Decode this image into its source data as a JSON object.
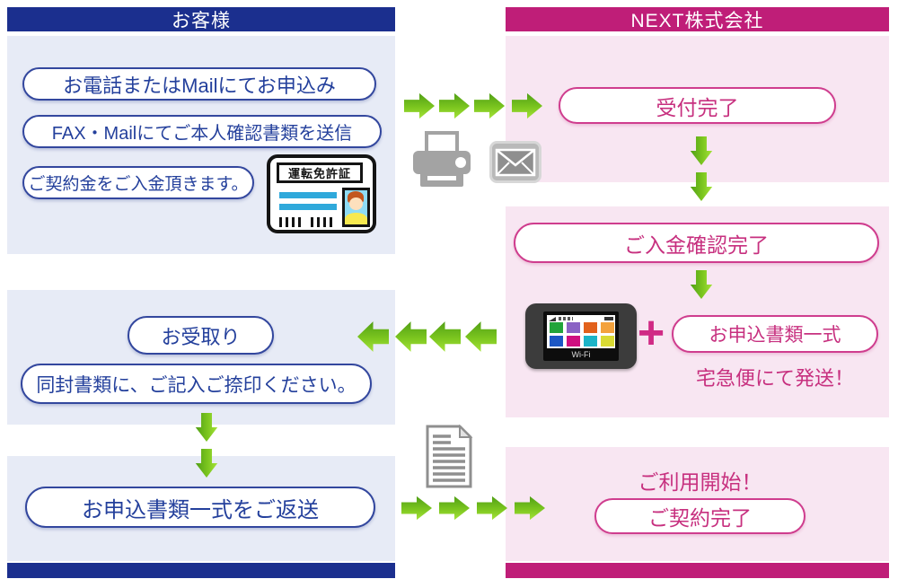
{
  "customer": {
    "header": "お客様",
    "step_apply": "お電話またはMailにてお申込み",
    "step_fax": "FAX・Mailにてご本人確認書類を送信",
    "step_payment": "ご契約金をご入金頂きます。",
    "license_title": "運転免許証",
    "step_receive": "お受取り",
    "step_sign": "同封書類に、ご記入ご捺印ください。",
    "step_return": "お申込書類一式をご返送"
  },
  "company": {
    "header": "NEXT株式会社",
    "step_reception": "受付完了",
    "step_payment_confirmed": "ご入金確認完了",
    "plus": "+",
    "step_documents": "お申込書類一式",
    "shipping_note": "宅急便にて発送！",
    "device_label": "Wi-Fi",
    "start_note": "ご利用開始！",
    "step_contract": "ご契約完了"
  },
  "icons": {
    "printer": "printer-icon",
    "mail": "mail-envelope-icon",
    "license": "drivers-license-icon",
    "router": "wifi-router-icon",
    "document": "document-icon",
    "flow_arrow": "flow-arrow-icon"
  },
  "colors": {
    "customer_primary": "#1b2f8e",
    "customer_panel": "#e7ebf6",
    "customer_text": "#24409c",
    "company_primary": "#bf1e78",
    "company_panel": "#f8e6f2",
    "company_text": "#c7307f",
    "arrow_green_dark": "#4e9d15",
    "arrow_green_light": "#a9e53c",
    "license_bar_blue": "#2fa9db",
    "device_tiles": [
      "#22a43a",
      "#8a63c4",
      "#e2611c",
      "#f3a23d",
      "#1c57c4",
      "#cf0f80",
      "#1cb4c8",
      "#d9da33"
    ]
  }
}
